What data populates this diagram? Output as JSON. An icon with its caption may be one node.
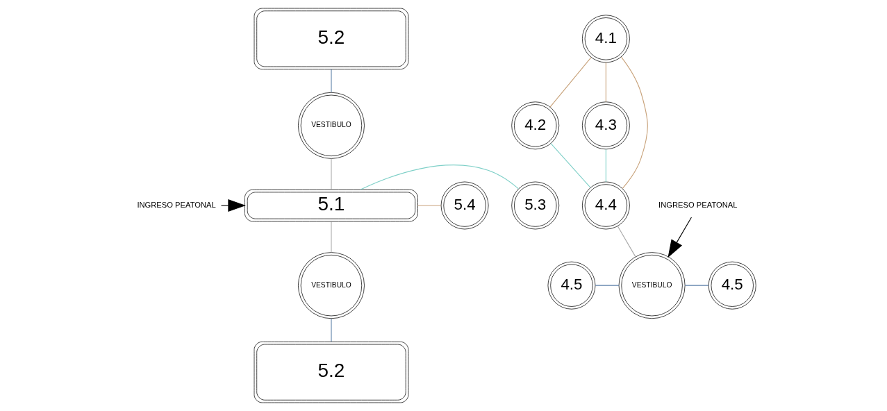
{
  "diagram": {
    "nodes": [
      {
        "text": [
          "5.2"
        ]
      },
      {
        "text": [
          "VESTIBULO"
        ]
      },
      {
        "text": [
          "5.1"
        ]
      },
      {
        "text": [
          "5.3"
        ]
      },
      {
        "text": [
          "5.4"
        ]
      },
      {
        "text": [
          "VESTIBULO"
        ]
      },
      {
        "text": [
          "5.2"
        ]
      },
      {
        "text": [
          "INGRESO PEATONAL"
        ]
      },
      {
        "text": [
          "4.1"
        ]
      },
      {
        "text": [
          "4.2"
        ]
      },
      {
        "text": [
          "4.3"
        ]
      },
      {
        "text": [
          "4.4"
        ]
      },
      {
        "text": [
          "4.5"
        ]
      },
      {
        "text": [
          "VESTIBULO"
        ]
      },
      {
        "text": [
          "4.5"
        ]
      },
      {
        "text": [
          "INGRESO PEATONAL"
        ]
      }
    ],
    "edges": [
      {
        "from": 0,
        "to": 1,
        "arrow": "none",
        "color": "#5b7fa8"
      },
      {
        "from": 1,
        "to": 2,
        "arrow": "none"
      },
      {
        "from": 2,
        "to": 3,
        "arrow": "none",
        "color": "#7fd0c8"
      },
      {
        "from": 2,
        "to": 4,
        "arrow": "none",
        "color": "#c8a27a"
      },
      {
        "from": 2,
        "to": 5,
        "arrow": "none"
      },
      {
        "from": 5,
        "to": 6,
        "arrow": "none",
        "color": "#5b7fa8"
      },
      {
        "from": 7,
        "to": 2,
        "arrow": "to",
        "color": "#000000"
      },
      {
        "from": 8,
        "to": 9,
        "arrow": "none",
        "color": "#c8a27a"
      },
      {
        "from": 8,
        "to": 11,
        "arrow": "none",
        "color": "#c8a27a"
      },
      {
        "from": 8,
        "to": 10,
        "arrow": "none",
        "color": "#c8a27a"
      },
      {
        "from": 9,
        "to": 11,
        "arrow": "none",
        "color": "#7fd0c8"
      },
      {
        "from": 10,
        "to": 11,
        "arrow": "none",
        "color": "#7fd0c8"
      },
      {
        "from": 11,
        "to": 13,
        "arrow": "none"
      },
      {
        "from": 12,
        "to": 13,
        "arrow": "none",
        "color": "#5b7fa8"
      },
      {
        "from": 13,
        "to": 14,
        "arrow": "none",
        "color": "#5b7fa8"
      },
      {
        "from": 15,
        "to": 13,
        "arrow": "to",
        "color": "#000000"
      }
    ]
  }
}
